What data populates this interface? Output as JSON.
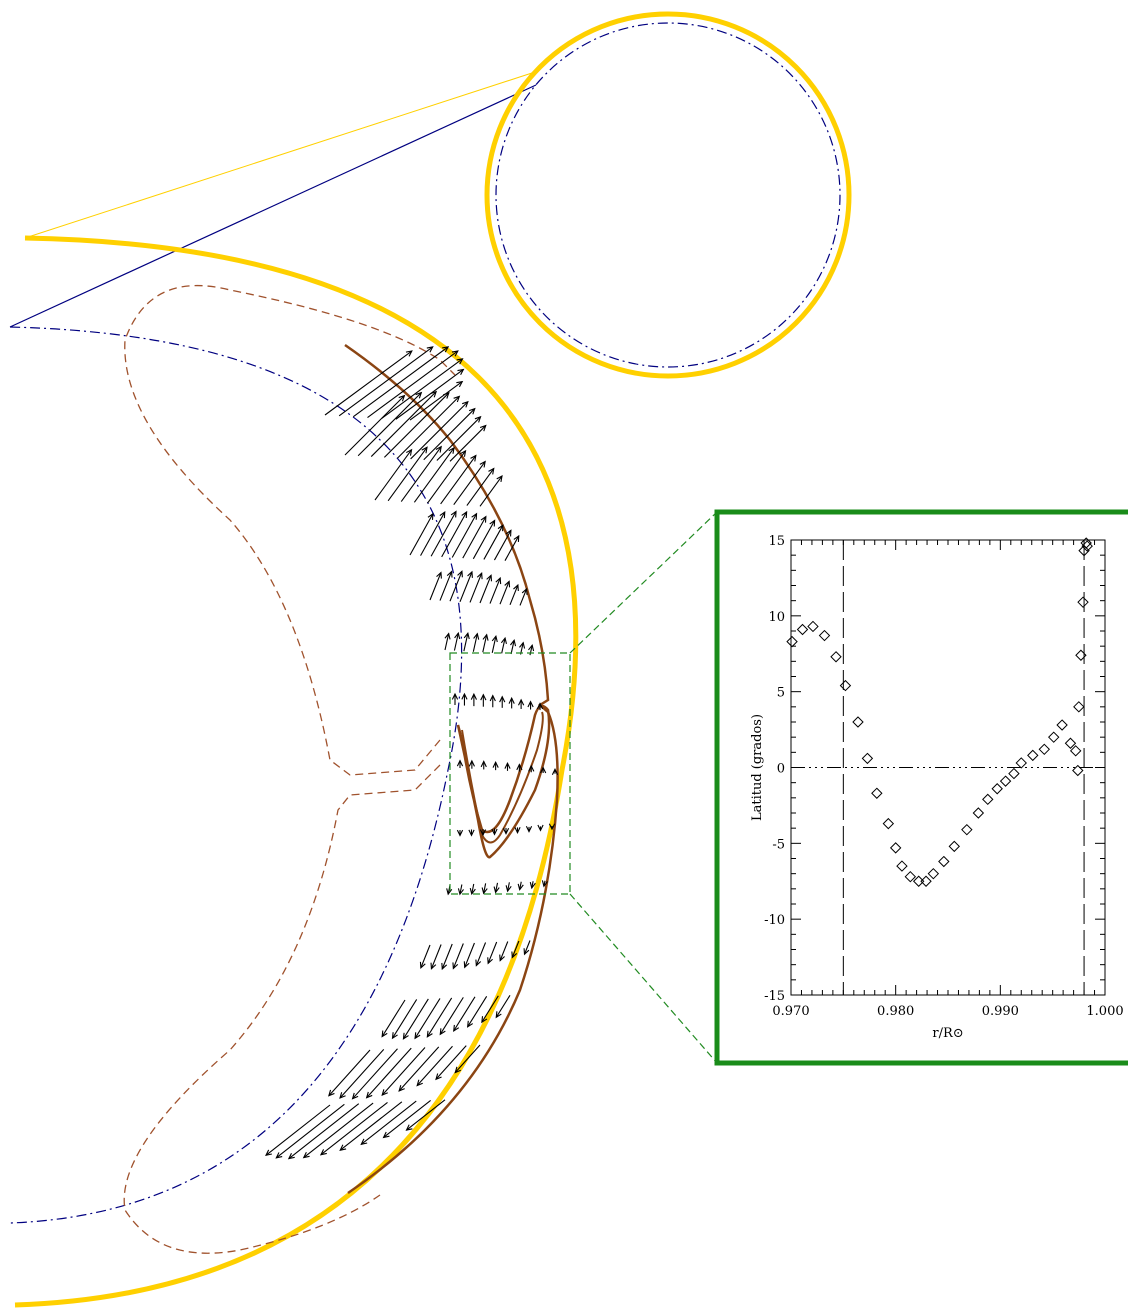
{
  "colors": {
    "sun_surface": "#FFD000",
    "base_conv_zone": "#000080",
    "contour": "#8B4513",
    "dashed_contour": "#A0522D",
    "inset_frame": "#1A8C1A",
    "zoom_guides": "#228B22",
    "arrows": "#000000"
  },
  "chart_data": {
    "type": "scatter",
    "title": "",
    "xlabel": "r/R⊙",
    "ylabel": "Latitud (grados)",
    "xlim": [
      0.97,
      1.0
    ],
    "ylim": [
      -15,
      15
    ],
    "xticks": [
      0.97,
      0.98,
      0.99,
      1.0
    ],
    "xtick_labels": [
      "0.970",
      "0.980",
      "0.990",
      "1.000"
    ],
    "yticks": [
      -15,
      -10,
      -5,
      0,
      5,
      10,
      15
    ],
    "ytick_labels": [
      "-15",
      "-10",
      "-5",
      "0",
      "5",
      "10",
      "15"
    ],
    "marker": "diamond",
    "grid": false,
    "reference_lines": {
      "vertical_dashed_at_x": [
        0.975,
        0.998
      ],
      "horizontal_dash_dot_at_y": 0
    },
    "series": [
      {
        "x": [
          0.9701,
          0.9711,
          0.9721,
          0.9732,
          0.9743,
          0.9752,
          0.9764,
          0.9773,
          0.9782,
          0.9793,
          0.98,
          0.9806,
          0.9814,
          0.9822,
          0.9829,
          0.9836,
          0.9846,
          0.9856,
          0.9868,
          0.9879,
          0.9888,
          0.9897,
          0.9905,
          0.9913,
          0.992,
          0.9931,
          0.9942,
          0.9951,
          0.9959,
          0.9967,
          0.9972,
          0.9974,
          0.9975,
          0.9977,
          0.9979,
          0.998,
          0.9982,
          0.9983
        ],
        "y": [
          8.3,
          9.1,
          9.3,
          8.7,
          7.3,
          5.4,
          3.0,
          0.6,
          -1.7,
          -3.7,
          -5.3,
          -6.5,
          -7.2,
          -7.5,
          -7.5,
          -7.0,
          -6.2,
          -5.2,
          -4.1,
          -3.0,
          -2.1,
          -1.4,
          -0.9,
          -0.4,
          0.3,
          0.8,
          1.2,
          2.0,
          2.8,
          1.6,
          1.1,
          -0.2,
          4.0,
          7.4,
          10.9,
          14.3,
          14.8,
          14.6
        ]
      }
    ]
  }
}
